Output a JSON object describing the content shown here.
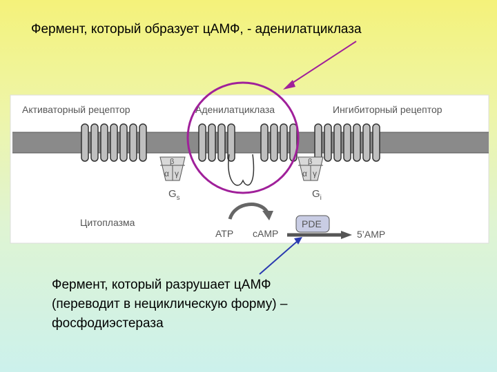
{
  "captions": {
    "top": "Фермент, который образует цАМФ, - аденилатциклаза",
    "bottom_lines": [
      "Фермент, который разрушает цАМФ",
      "(переводит в нециклическую форму) –",
      "фосфодиэстераза"
    ]
  },
  "diagram": {
    "activator_receptor": "Активаторный рецептор",
    "adenylate_cyclase": "Аденилатциклаза",
    "inhibitor_receptor": "Ингибиторный рецептор",
    "cytoplasm": "Цитоплазма",
    "gs_label": "G",
    "gs_sub": "s",
    "gi_label": "G",
    "gi_sub": "i",
    "alpha": "α",
    "beta": "β",
    "gamma": "γ",
    "atp": "ATP",
    "camp": "cAMP",
    "pde": "PDE",
    "amp": "5’AMP"
  },
  "colors": {
    "highlight_circle": "#a0209a",
    "pointer_arrow_top": "#a0209a",
    "pointer_arrow_bottom": "#2a3ab0",
    "membrane": "#8a8a8a"
  }
}
